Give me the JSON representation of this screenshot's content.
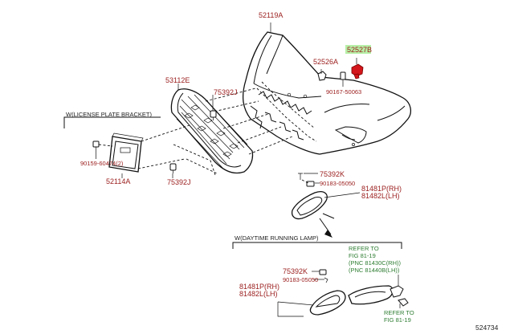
{
  "parts": {
    "p52119A": "52119A",
    "p52527B": "52527B",
    "p52526A": "52526A",
    "p90167": "90167-50063",
    "p53112E": "53112E",
    "p75392J_top": "75392J",
    "p75392J_bottom": "75392J",
    "p90159": "90159-60474(2)",
    "p52114A": "52114A",
    "p75392K_top": "75392K",
    "p90183_top": "90183-05050",
    "p81481_top": "81481P(RH)",
    "p81482_top": "81482L(LH)",
    "p75392K_bottom": "75392K",
    "p90183_bottom": "90183-05050",
    "p81481_bottom": "81481P(RH)",
    "p81482_bottom": "81482L(LH)"
  },
  "sections": {
    "license_plate": "W(LICENSE PLATE BRACKET)",
    "drl": "W(DAYTIME RUNNING LAMP)"
  },
  "refer_top": {
    "line1": "REFER TO",
    "line2": "FIG 81-19",
    "line3": "(PNC 81430C(RH))",
    "line4": "(PNC 81440B(LH))"
  },
  "refer_bottom": {
    "line1": "REFER TO",
    "line2": "FIG 81-19"
  },
  "diagram_id": "524734",
  "colors": {
    "label": "#9b1c1c",
    "refer": "#2e7d32",
    "highlight": "#b7f0a8",
    "highlighted_part": "#d3161b"
  }
}
